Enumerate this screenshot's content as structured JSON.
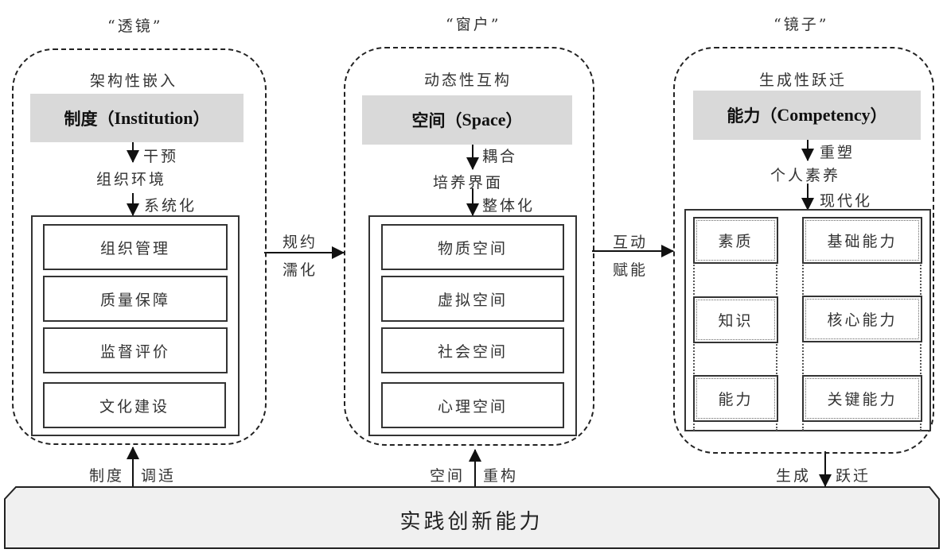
{
  "panels": [
    {
      "quote": "“透镜”",
      "subtitle": "架构性嵌入",
      "header": {
        "cn": "制度（",
        "en": "Institution",
        "close": "）"
      },
      "arrow1_label": "干预",
      "mid_text": "组织环境",
      "arrow2_label": "系统化",
      "items": [
        "组织管理",
        "质量保障",
        "监督评价",
        "文化建设"
      ]
    },
    {
      "quote": "“窗户”",
      "subtitle": "动态性互构",
      "header": {
        "cn": "空间（",
        "en": "Space",
        "close": "）"
      },
      "arrow1_label": "耦合",
      "mid_text": "培养界面",
      "arrow2_label": "整体化",
      "items": [
        "物质空间",
        "虚拟空间",
        "社会空间",
        "心理空间"
      ]
    },
    {
      "quote": "“镜子”",
      "subtitle": "生成性跃迁",
      "header": {
        "cn": "能力（",
        "en": "Competency",
        "close": "）"
      },
      "arrow1_label": "重塑",
      "mid_text": "个人素养",
      "arrow2_label": "现代化",
      "left_items": [
        "素质",
        "知识",
        "能力"
      ],
      "right_items": [
        "基础能力",
        "核心能力",
        "关键能力"
      ]
    }
  ],
  "connectors": {
    "first": {
      "top": "规约",
      "bottom": "濡化"
    },
    "second": {
      "top": "互动",
      "bottom": "赋能"
    }
  },
  "bottom_links": [
    {
      "left": "制度",
      "right": "调适",
      "direction": "up"
    },
    {
      "left": "空间",
      "right": "重构",
      "direction": "up"
    },
    {
      "left": "生成",
      "right": "跃迁",
      "direction": "down"
    }
  ],
  "base": {
    "label": "实践创新能力"
  }
}
